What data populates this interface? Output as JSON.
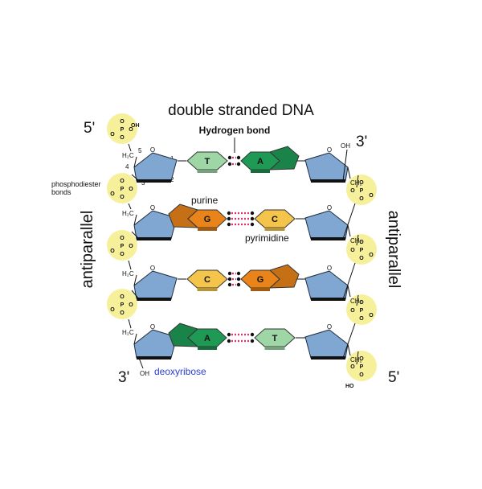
{
  "title": "double stranded DNA",
  "hydrogen_bond_label": "Hydrogen bond",
  "ends": {
    "top_left": "5'",
    "top_right": "3'",
    "bottom_left": "3'",
    "bottom_right": "5'"
  },
  "side_labels": {
    "left": "antiparallel",
    "right": "antiparallel"
  },
  "phosphodiester_label": [
    "phosphodiester",
    "bonds"
  ],
  "purine_label": "purine",
  "pyrimidine_label": "pyrimidine",
  "deoxyribose_label": "deoxyribose",
  "carbon_numbers": [
    "5",
    "4",
    "3",
    "2",
    "1"
  ],
  "phosphate": {
    "P": "P",
    "O": "O",
    "OH": "OH",
    "HO": "HO"
  },
  "sugar": {
    "H2C": "H₂C",
    "CH2": "CH₂",
    "O": "O",
    "OH": "OH"
  },
  "base_pairs": [
    {
      "left": "T",
      "right": "A",
      "left_kind": "pyrimidine",
      "right_kind": "purine",
      "bonds": 2
    },
    {
      "left": "G",
      "right": "C",
      "left_kind": "purine",
      "right_kind": "pyrimidine",
      "bonds": 3
    },
    {
      "left": "C",
      "right": "G",
      "left_kind": "pyrimidine",
      "right_kind": "purine",
      "bonds": 3
    },
    {
      "left": "A",
      "right": "T",
      "left_kind": "purine",
      "right_kind": "pyrimidine",
      "bonds": 2
    }
  ],
  "colors": {
    "A": "#1f9a55",
    "T": "#9fd6a6",
    "G": "#e8841a",
    "C": "#f4c54a",
    "sugar": "#7fa7d1",
    "phosphate_halo": "#f7f09a",
    "hbond": "#e0306e",
    "deoxyribose_text": "#2a3fd6"
  }
}
